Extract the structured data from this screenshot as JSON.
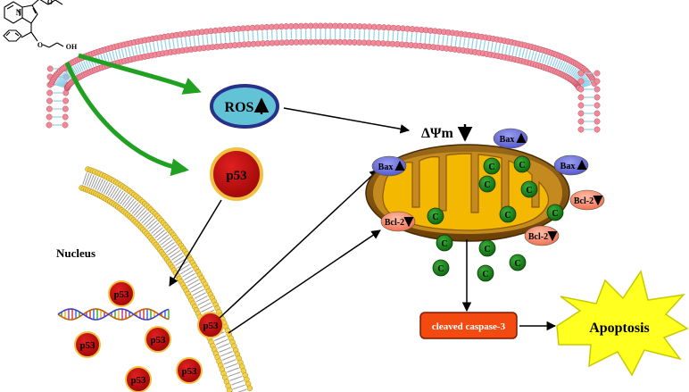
{
  "labels": {
    "ros": "ROS",
    "p53_main": "p53",
    "delta_psi": "ΔΨm",
    "nucleus": "Nucleus",
    "p53_small": "p53",
    "bax": "Bax",
    "bcl2": "Bcl-2",
    "cytc": "C",
    "caspase": "cleaved caspase-3",
    "apoptosis": "Apoptosis"
  },
  "molecule": {
    "ester_o": "O",
    "ester_o2": "O",
    "ring_n": "N",
    "ether_o": "O",
    "oh": "OH"
  },
  "colors": {
    "membrane_head": "#f08a9a",
    "membrane_tail": "#8fd0e8",
    "nuclear_head": "#f2d04a",
    "green_arrow": "#22a022",
    "ros_fill": "#62c3d6",
    "ros_stroke": "#28308a",
    "p53_fill": "#c01010",
    "p53_stroke": "#f0c040",
    "mito_outer": "#7a5010",
    "mito_inner": "#f5b800",
    "bax_fill": "#6a6ed6",
    "bcl2_fill": "#f48a70",
    "cytc_fill": "#1f8a1f",
    "caspase_fill": "#f24a10",
    "apoptosis_fill": "#ffff20"
  }
}
